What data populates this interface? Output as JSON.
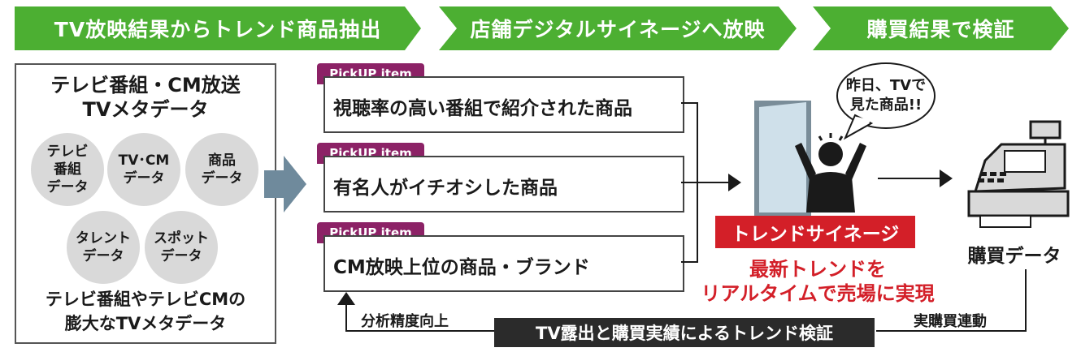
{
  "steps": [
    "TV放映結果からトレンド商品抽出",
    "店舗デジタルサイネージへ放映",
    "購買結果で検証"
  ],
  "left_box": {
    "title_line1": "テレビ番組・CM放送",
    "title_line2": "TVメタデータ",
    "circles": [
      "テレビ\n番組\nデータ",
      "TV･CM\nデータ",
      "商品\nデータ",
      "タレント\nデータ",
      "スポット\nデータ"
    ],
    "bottom_line1": "テレビ番組やテレビCMの",
    "bottom_line2": "膨大なTVメタデータ"
  },
  "pickup_tag": "PickUP item",
  "pickup_items": [
    "視聴率の高い番組で紹介された商品",
    "有名人がイチオシした商品",
    "CM放映上位の商品・ブランド"
  ],
  "speech_bubble": "昨日、TVで\n見た商品!!",
  "signage": {
    "label": "トレンドサイネージ",
    "line1": "最新トレンドを",
    "line2": "リアルタイムで売場に実現"
  },
  "purchase_label": "購買データ",
  "bottom": {
    "bar": "TV露出と購買実績によるトレンド検証",
    "left_label": "分析精度向上",
    "right_label": "実購買連動"
  },
  "colors": {
    "step_green": "#4caf32",
    "tag_purple": "#8c2266",
    "signage_red": "#d31f28",
    "arrow_blue": "#6f8a9c",
    "circle_gray": "#d9d9d9",
    "bar_dark": "#2b2b2b"
  }
}
